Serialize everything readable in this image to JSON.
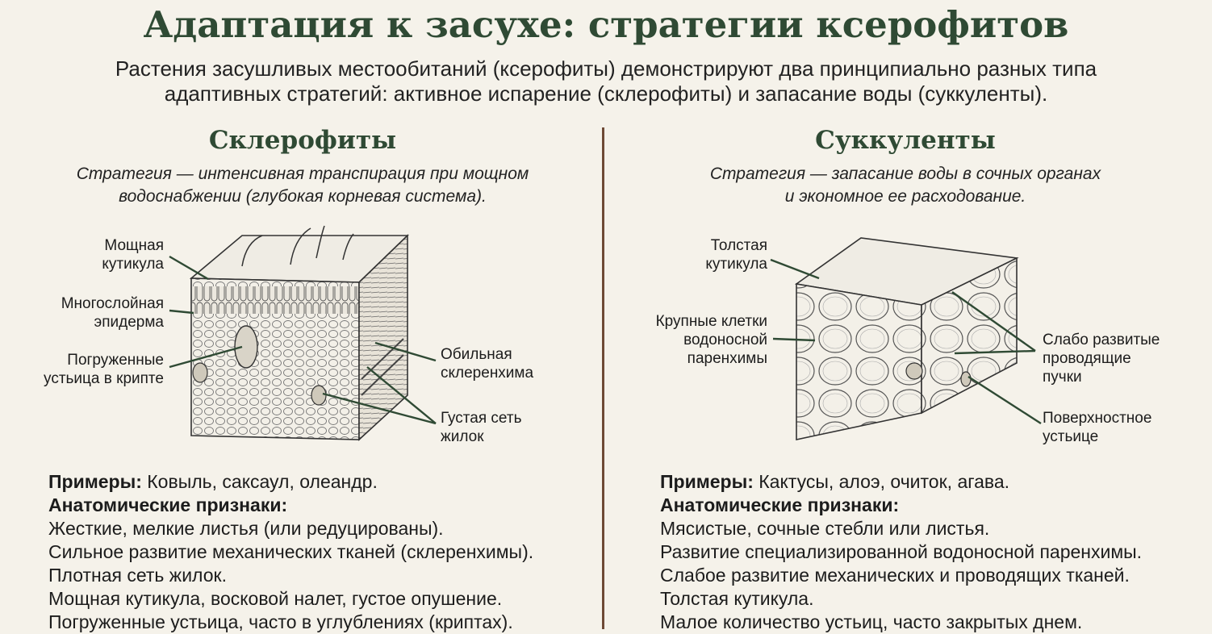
{
  "title": "Адаптация к засухе: стратегии ксерофитов",
  "intro": "Растения засушливых местообитаний (ксерофиты) демонстрируют два принципиально разных типа адаптивных стратегий: активное испарение (склерофиты) и запасание воды (суккуленты).",
  "colors": {
    "accent": "#2f4a34",
    "divider": "#6e4a36",
    "background": "#f5f2ea",
    "line": "#2f4a34"
  },
  "left": {
    "title": "Склерофиты",
    "strategy_line1": "Стратегия — интенсивная транспирация при мощном",
    "strategy_line2": "водоснабжении (глубокая корневая система).",
    "labels": {
      "cuticle_1": "Мощная",
      "cuticle_2": "кутикула",
      "epidermis_1": "Многослойная",
      "epidermis_2": "эпидерма",
      "stomata_1": "Погруженные",
      "stomata_2": "устьица в крипте",
      "sclerenchyma_1": "Обильная",
      "sclerenchyma_2": "склеренхима",
      "veins_1": "Густая сеть",
      "veins_2": "жилок"
    },
    "examples_label": "Примеры:",
    "examples": "Ковыль, саксаул, олеандр.",
    "features_label": "Анатомические признаки:",
    "features": [
      "Жесткие, мелкие листья (или редуцированы).",
      "Сильное развитие механических тканей (склеренхимы).",
      "Плотная сеть жилок.",
      "Мощная кутикула, восковой налет, густое опушение.",
      "Погруженные устьица, часто в углублениях (криптах)."
    ]
  },
  "right": {
    "title": "Суккуленты",
    "strategy_line1": "Стратегия — запасание воды в сочных органах",
    "strategy_line2": "и экономное ее расходование.",
    "labels": {
      "cuticle_1": "Толстая",
      "cuticle_2": "кутикула",
      "parenchyma_1": "Крупные клетки",
      "parenchyma_2": "водоносной",
      "parenchyma_3": "паренхимы",
      "bundles_1": "Слабо развитые",
      "bundles_2": "проводящие",
      "bundles_3": "пучки",
      "stoma_1": "Поверхностное",
      "stoma_2": "устьице"
    },
    "examples_label": "Примеры:",
    "examples": "Кактусы, алоэ, очиток, агава.",
    "features_label": "Анатомические признаки:",
    "features": [
      "Мясистые, сочные стебли или листья.",
      "Развитие специализированной водоносной паренхимы.",
      "Слабое развитие механических и проводящих тканей.",
      "Толстая кутикула.",
      "Малое количество устьиц, часто закрытых днем."
    ]
  }
}
